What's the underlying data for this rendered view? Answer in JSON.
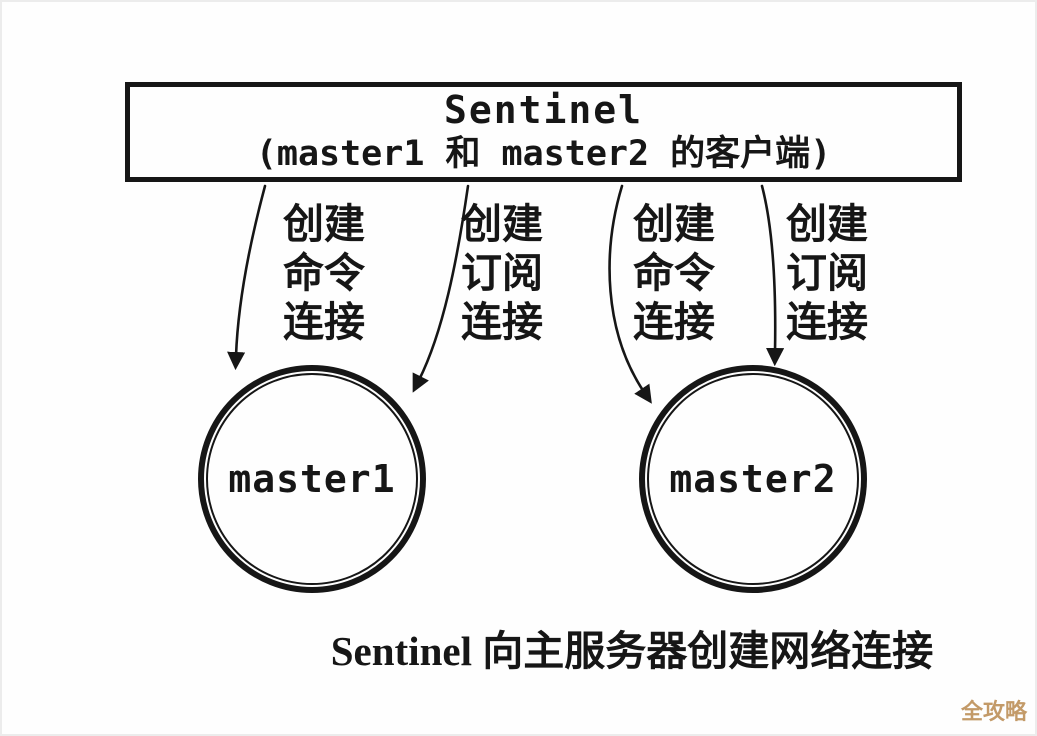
{
  "diagram": {
    "sentinel_box": {
      "title": "Sentinel",
      "subtitle": "(master1 和 master2 的客户端)"
    },
    "connections": [
      {
        "name": "create-command-connection-master1",
        "lines": [
          "创建",
          "命令",
          "连接"
        ]
      },
      {
        "name": "create-subscribe-connection-master1",
        "lines": [
          "创建",
          "订阅",
          "连接"
        ]
      },
      {
        "name": "create-command-connection-master2",
        "lines": [
          "创建",
          "命令",
          "连接"
        ]
      },
      {
        "name": "create-subscribe-connection-master2",
        "lines": [
          "创建",
          "订阅",
          "连接"
        ]
      }
    ],
    "nodes": [
      {
        "label": "master1"
      },
      {
        "label": "master2"
      }
    ],
    "caption": "Sentinel 向主服务器创建网络连接",
    "watermark": "全攻略",
    "colors": {
      "ink": "#161616",
      "watermark": "#c39a68",
      "background": "#fefefe"
    }
  }
}
